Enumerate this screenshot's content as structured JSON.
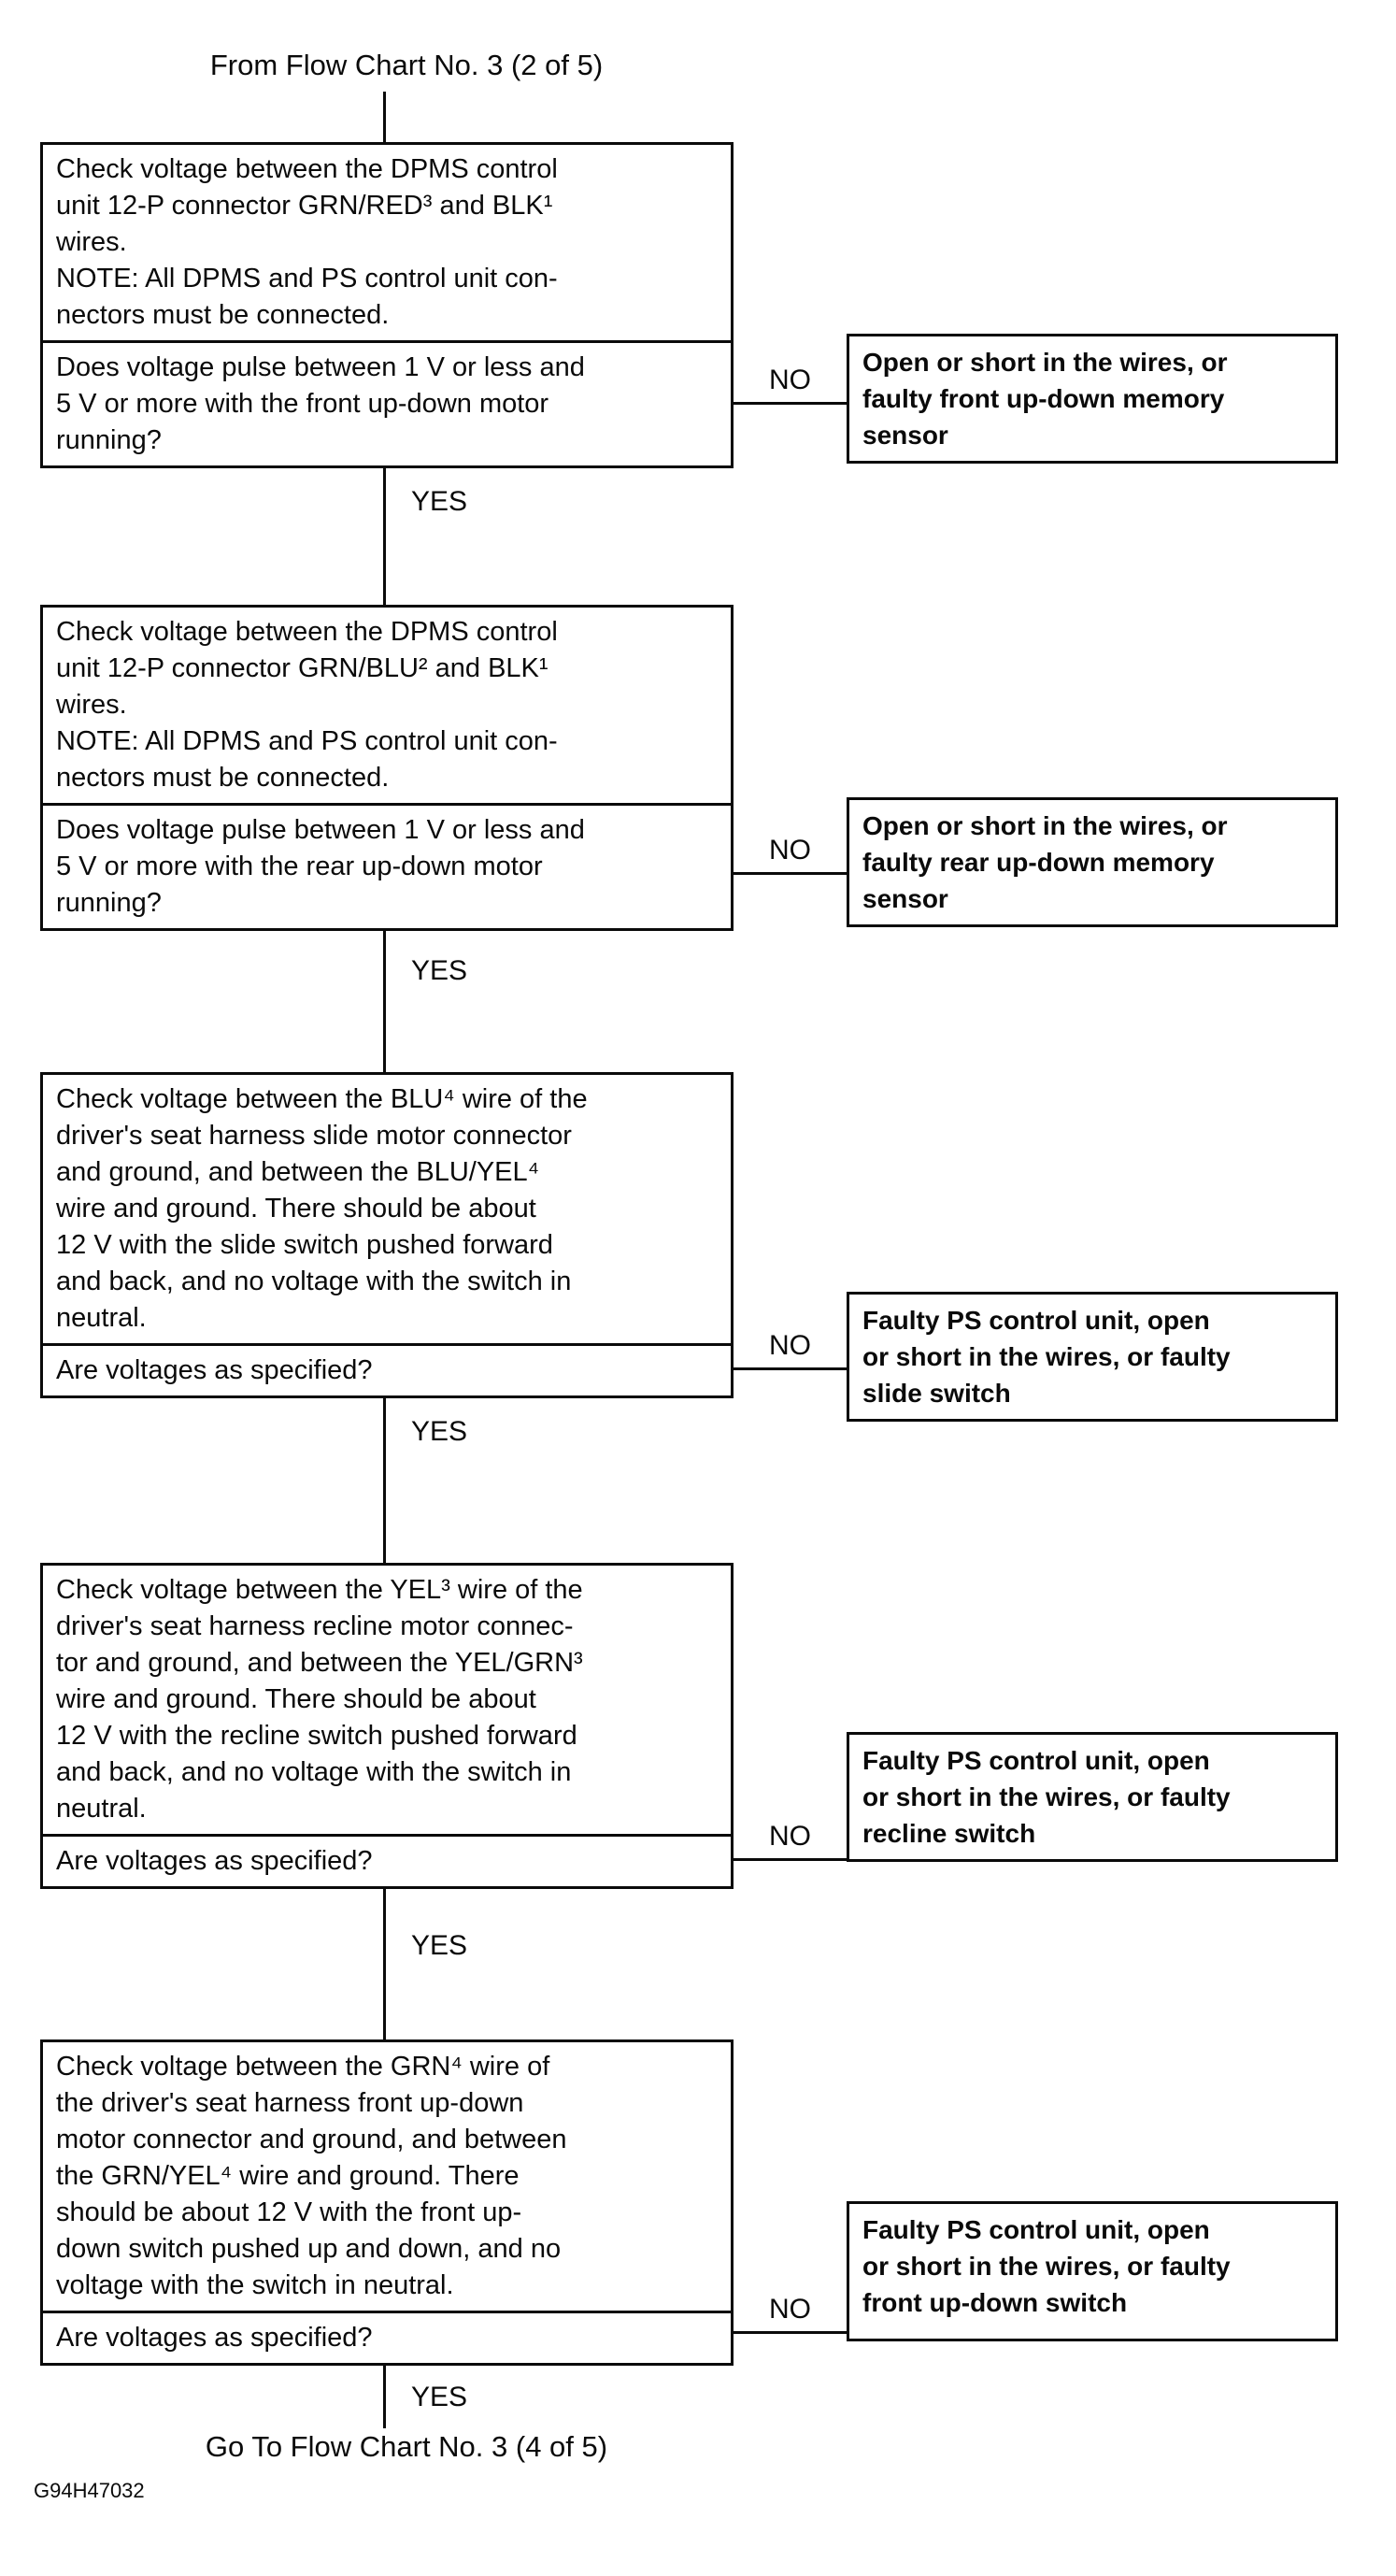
{
  "title": "From Flow Chart No. 3 (2 of 5)",
  "branch_labels": {
    "yes": "YES",
    "no": "NO"
  },
  "steps": [
    {
      "instruction": "Check voltage between the DPMS control\nunit 12-P connector GRN/RED³ and BLK¹\nwires.\nNOTE: All DPMS and PS control unit con-\nnectors must be connected.",
      "question": "Does voltage pulse between 1 V or less and\n5 V or more with the front up-down motor\nrunning?",
      "no_result": "Open or short in the wires, or\nfaulty front up-down memory\nsensor"
    },
    {
      "instruction": "Check voltage between the DPMS control\nunit 12-P connector GRN/BLU² and BLK¹\nwires.\nNOTE: All DPMS and PS control unit con-\nnectors must be connected.",
      "question": "Does voltage pulse between 1 V or less and\n5 V or more with the rear up-down motor\nrunning?",
      "no_result": "Open or short in the wires, or\nfaulty rear up-down memory\nsensor"
    },
    {
      "instruction": "Check voltage between the BLU⁴ wire of the\ndriver's seat harness slide motor connector\nand ground, and between the BLU/YEL⁴\nwire and ground. There should be about\n12 V with the slide switch pushed forward\nand back, and no voltage with the switch in\nneutral.",
      "question": "Are voltages as specified?",
      "no_result": "Faulty PS control unit, open\nor short in the wires, or faulty\nslide switch"
    },
    {
      "instruction": "Check voltage between the YEL³ wire of the\ndriver's seat harness recline motor connec-\ntor and ground, and between the YEL/GRN³\nwire and ground. There should be about\n12 V with the recline switch pushed forward\nand back, and no voltage with the switch in\nneutral.",
      "question": "Are voltages as specified?",
      "no_result": "Faulty PS control unit, open\nor short in the wires, or faulty\nrecline switch"
    },
    {
      "instruction": "Check voltage between the GRN⁴ wire of\nthe driver's seat harness front up-down\nmotor connector and ground, and between\nthe GRN/YEL⁴ wire and ground. There\nshould be about 12 V with the front up-\ndown switch pushed up and down, and no\nvoltage with the switch in neutral.",
      "question": "Are voltages as specified?",
      "no_result": "Faulty PS control unit, open\nor short in the wires, or faulty\nfront up-down switch"
    }
  ],
  "footer": {
    "goto": "Go To Flow Chart No. 3 (4 of 5)",
    "code": "G94H47032"
  }
}
